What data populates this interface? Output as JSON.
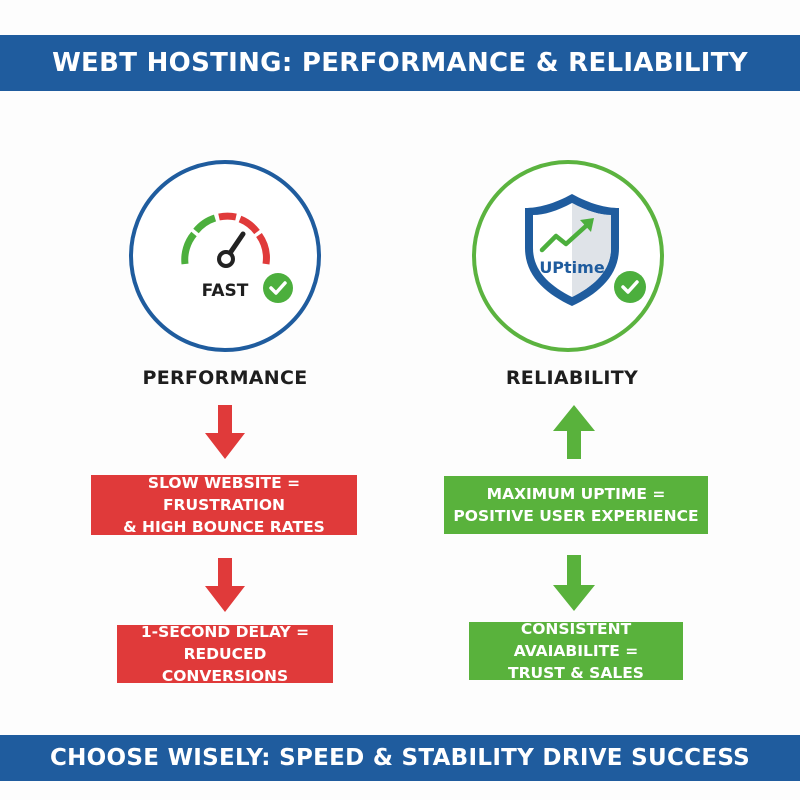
{
  "header": {
    "title": "WEBT HOSTING: PERFORMANCE & RELIABILITY"
  },
  "footer": {
    "text": "CHOOSE WISELY: SPEED & STABILITY DRIVE SUCCESS"
  },
  "performance": {
    "heading": "PERFORMANCE",
    "icon_label": "FAST",
    "icon": "speedometer-icon",
    "arrow_direction": "down",
    "boxes": [
      {
        "line1": "SLOW WEBSITE = FRUSTRATION",
        "line2": "& HIGH BOUNCE RATES"
      },
      {
        "line1": "1-SECOND DELAY = REDUCED",
        "line2": "CONVERSIONS"
      }
    ]
  },
  "reliability": {
    "heading": "RELIABILITY",
    "icon_label": "UPtime",
    "icon": "shield-uptime-icon",
    "arrow_directions": [
      "up",
      "down"
    ],
    "boxes": [
      {
        "line1": "MAXIMUM UPTIME =",
        "line2": "POSITIVE USER EXPERIENCE"
      },
      {
        "line1": "CONSISTENT AVAIABILITE =",
        "line2": "TRUST & SALES"
      }
    ]
  },
  "colors": {
    "banner_blue": "#1f5c9e",
    "red": "#e03a3a",
    "green": "#59b23c"
  }
}
